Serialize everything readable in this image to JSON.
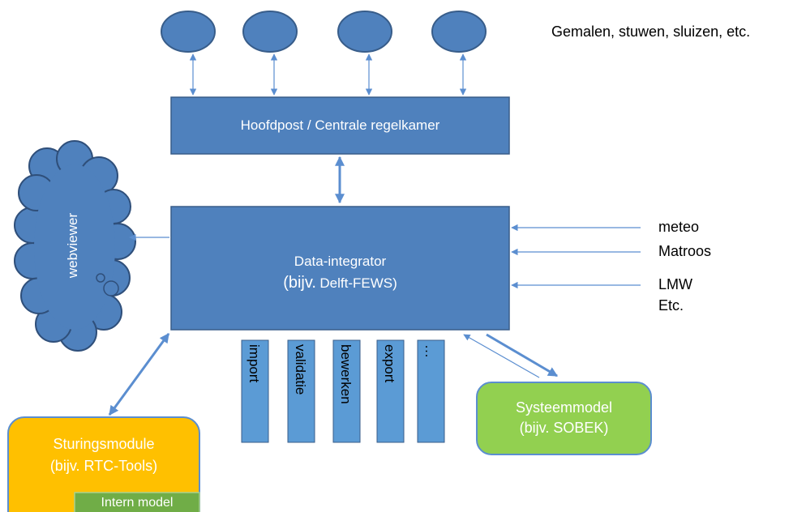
{
  "colors": {
    "blue": "#4f81bd",
    "blue_dark": "#385d8a",
    "tab": "#5b9bd5",
    "arrow": "#5b8ed0",
    "orange": "#ffc000",
    "green": "#92d050",
    "green_dark": "#70ad47"
  },
  "labels": {
    "assets": "Gemalen, stuwen, sluizen, etc.",
    "control_room": "Hoofdpost / Centrale regelkamer",
    "integrator_title": "Data-integrator",
    "integrator_sub_prefix": "(bijv.",
    "integrator_sub_name": "Delft-FEWS)",
    "webviewer": "webviewer",
    "inputs": [
      "meteo",
      "Matroos",
      "LMW",
      "Etc."
    ],
    "modules": [
      "import",
      "validatie",
      "bewerken",
      "export",
      "…"
    ],
    "system_model_title": "Systeemmodel",
    "system_model_sub": "(bijv. SOBEK)",
    "control_module_title": "Sturingsmodule",
    "control_module_sub": "(bijv. RTC-Tools)",
    "intern_model": "Intern model"
  },
  "icons": [
    "cloud-icon",
    "arrow-icon"
  ]
}
